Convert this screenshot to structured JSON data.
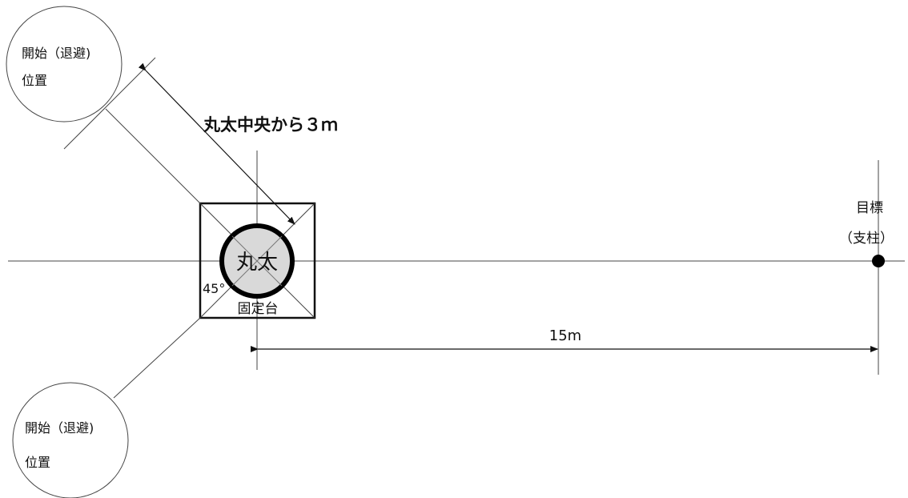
{
  "start_position_top": {
    "line1": "開始（退避)",
    "line2": "位置"
  },
  "start_position_bottom": {
    "line1": "開始（退避)",
    "line2": "位置"
  },
  "distance_label_3m": "丸太中央から３ｍ",
  "log_label": "丸太",
  "angle_label": "45°",
  "stand_label": "固定台",
  "target_label": {
    "line1": "目標",
    "line2": "（支柱）"
  },
  "distance_label_15m": "15m",
  "colors": {
    "line": "#444444",
    "log_fill": "#d9d9d9",
    "log_stroke": "#000000"
  }
}
